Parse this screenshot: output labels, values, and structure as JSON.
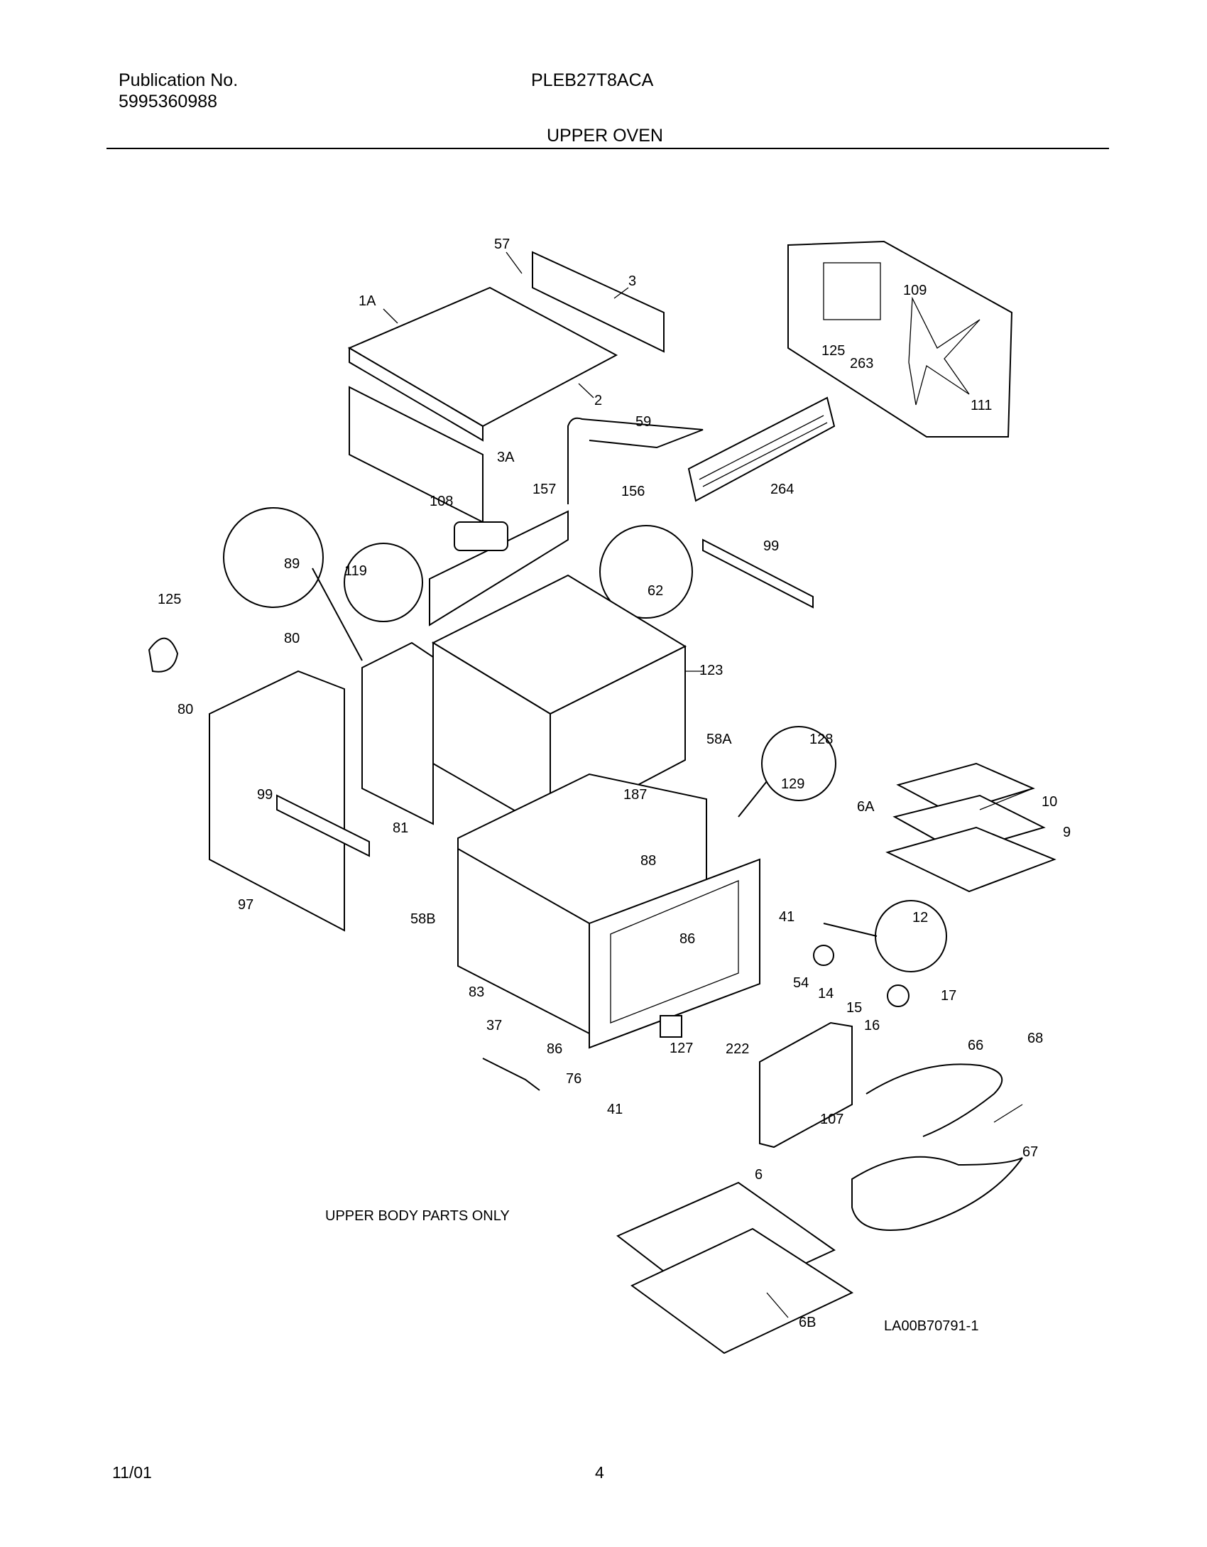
{
  "header": {
    "publication_label": "Publication No.",
    "publication_number": "5995360988",
    "model": "PLEB27T8ACA",
    "section_title": "UPPER OVEN"
  },
  "diagram": {
    "note": "UPPER BODY PARTS ONLY",
    "drawing_id": "LA00B70791-1",
    "part_labels": [
      "57",
      "3",
      "1A",
      "2",
      "109",
      "125",
      "263",
      "111",
      "59",
      "3A",
      "156",
      "264",
      "157",
      "108",
      "89",
      "119",
      "62",
      "99",
      "125",
      "80",
      "123",
      "80",
      "128",
      "58A",
      "129",
      "6A",
      "10",
      "9",
      "187",
      "88",
      "99",
      "81",
      "97",
      "58B",
      "12",
      "41",
      "86",
      "54",
      "14",
      "17",
      "15",
      "16",
      "83",
      "37",
      "86",
      "127",
      "222",
      "66",
      "68",
      "76",
      "41",
      "107",
      "67",
      "6",
      "6B"
    ]
  },
  "footer": {
    "date": "11/01",
    "page_number": "4"
  }
}
